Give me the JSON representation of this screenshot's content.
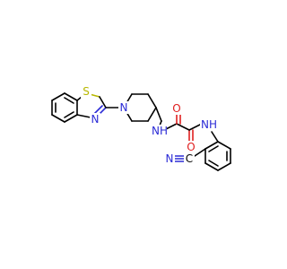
{
  "molecule": {
    "atoms": {
      "s1": {
        "symbol": "S",
        "element": "S"
      },
      "n_thiazole": {
        "symbol": "N",
        "element": "N"
      },
      "n_piperidine": {
        "symbol": "N",
        "element": "N"
      },
      "nh_amide_1": {
        "symbol": "NH",
        "element": "N"
      },
      "nh_amide_2": {
        "symbol": "NH",
        "element": "N"
      },
      "o1": {
        "symbol": "O",
        "element": "O"
      },
      "o2": {
        "symbol": "O",
        "element": "O"
      },
      "c_nitrile": {
        "symbol": "C",
        "element": "C"
      },
      "n_nitrile": {
        "symbol": "N",
        "element": "N"
      }
    },
    "colors": {
      "carbon": "#000000",
      "nitrogen": "#2b2bd6",
      "oxygen": "#e02020",
      "sulfur": "#b8b800"
    }
  }
}
